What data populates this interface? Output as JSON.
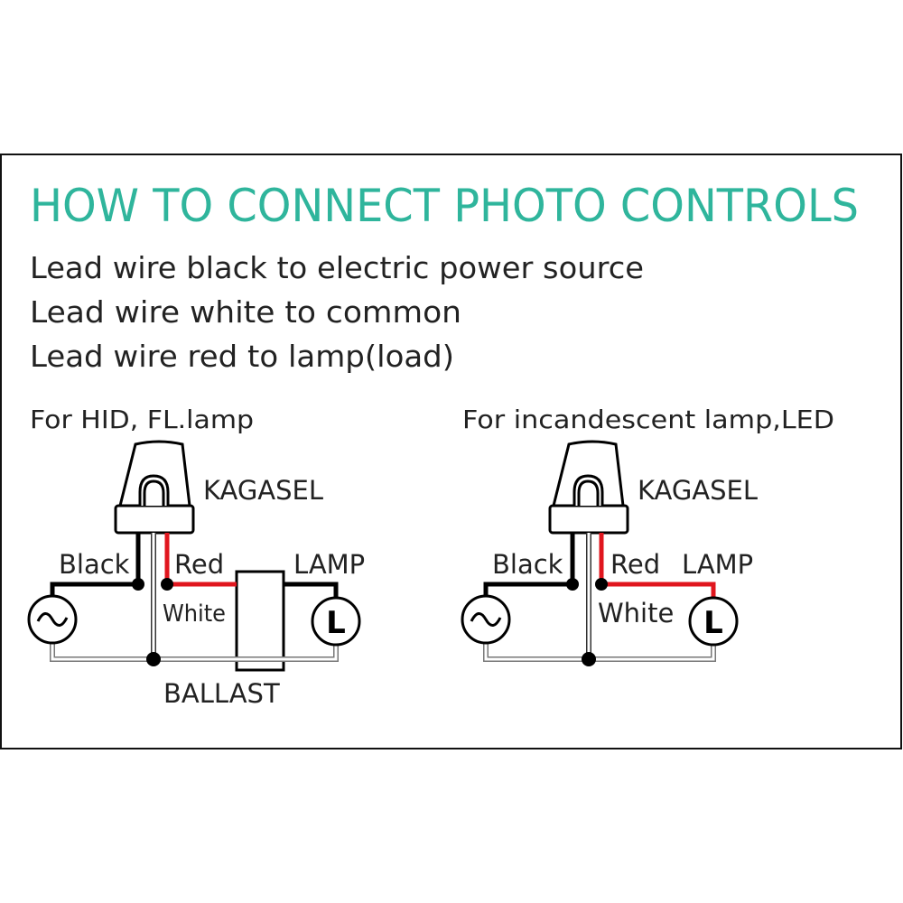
{
  "title": "HOW TO CONNECT PHOTO CONTROLS",
  "instructions": [
    "Lead wire black to electric power source",
    "Lead wire white to common",
    "Lead wire red to lamp(load)"
  ],
  "diagrams": [
    {
      "caption": "For HID, FL.lamp",
      "brand": "KAGASEL",
      "labels": {
        "black": "Black",
        "red": "Red",
        "white": "White",
        "lamp": "LAMP",
        "ballast": "BALLAST",
        "lamp_symbol": "L"
      }
    },
    {
      "caption": "For incandescent lamp,LED",
      "brand": "KAGASEL",
      "labels": {
        "black": "Black",
        "red": "Red",
        "white": "White",
        "lamp": "LAMP",
        "lamp_symbol": "L"
      }
    }
  ],
  "colors": {
    "title": "#2fb59c",
    "red_wire": "#e0161e",
    "black_wire": "#000000"
  }
}
